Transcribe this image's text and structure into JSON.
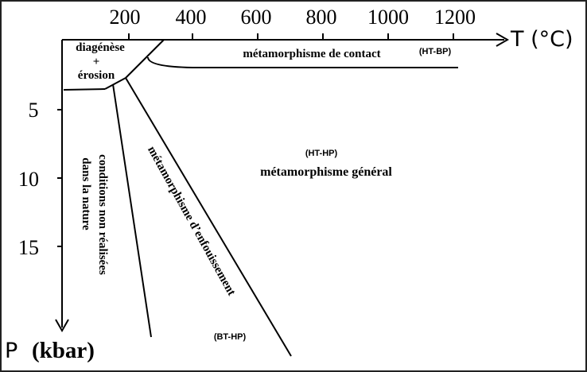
{
  "diagram": {
    "axis_t": {
      "label": "T (°C)",
      "ticks": [
        "200",
        "400",
        "600",
        "800",
        "1000",
        "1200"
      ]
    },
    "axis_p": {
      "label_p": "P",
      "label_unit": "(kbar)",
      "ticks": [
        "5",
        "10",
        "15"
      ]
    },
    "zones": {
      "diagenese_1": "diagénèse",
      "diagenese_plus": "+",
      "diagenese_2": "érosion",
      "contact": "métamorphisme de contact",
      "contact_tag": "(HT-BP)",
      "general_tag": "(HT-HP)",
      "general": "métamorphisme général",
      "enfouissement": "métamorphisme d’enfouissement",
      "enfouissement_tag": "(BT-HP)",
      "nature_1": "conditions non réalisées",
      "nature_2": "dans la nature"
    }
  }
}
